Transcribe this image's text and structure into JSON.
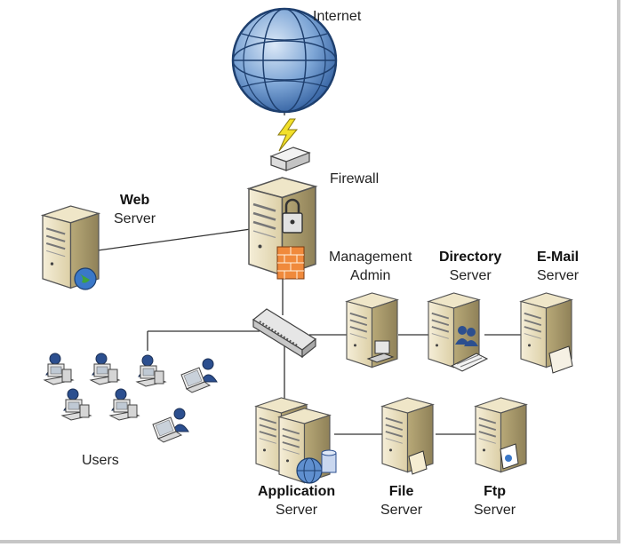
{
  "labels": {
    "internet": "Internet",
    "firewall": "Firewall",
    "web_bold": "Web",
    "web_sub": "Server",
    "mgmt_l1": "Management",
    "mgmt_l2": "Admin",
    "directory_bold": "Directory",
    "directory_sub": "Server",
    "email_bold": "E-Mail",
    "email_sub": "Server",
    "users": "Users",
    "application_bold": "Application",
    "application_sub": "Server",
    "file_bold": "File",
    "file_sub": "Server",
    "ftp_bold": "Ftp",
    "ftp_sub": "Server"
  },
  "colors": {
    "globe": "#7ea6d6",
    "server_beige": "#e9dcb8",
    "server_dark": "#a89968",
    "user_blue": "#2c4f8f",
    "lightning": "#f2e02a",
    "firewall_brick": "#f08a3c"
  },
  "icons": [
    "globe-icon",
    "router-icon",
    "lightning-icon",
    "firewall-server-icon",
    "web-server-icon",
    "switch-icon",
    "management-admin-icon",
    "directory-server-icon",
    "email-server-icon",
    "application-server-icon",
    "file-server-icon",
    "ftp-server-icon",
    "user-workstation-icon",
    "user-laptop-icon"
  ]
}
